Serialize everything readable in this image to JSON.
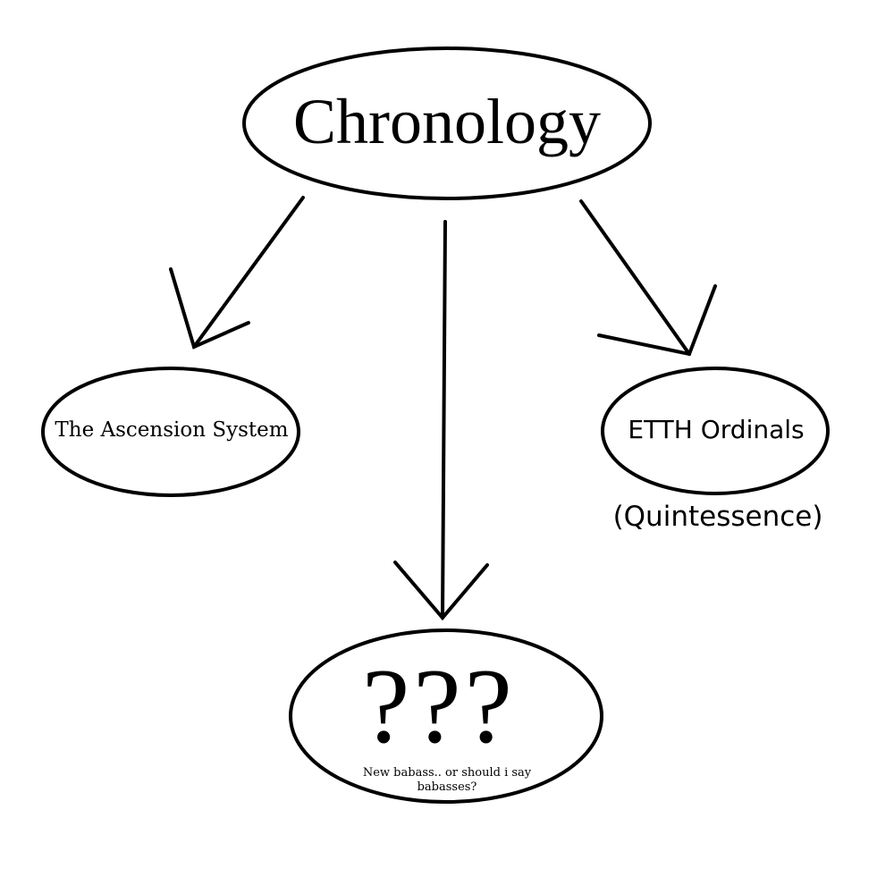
{
  "diagram": {
    "root": {
      "label": "Chronology"
    },
    "children": [
      {
        "id": "left",
        "label": "The Ascension System"
      },
      {
        "id": "right",
        "label": "ETTH Ordinals",
        "sublabel": "(Quintessence)"
      },
      {
        "id": "bottom",
        "label": "???",
        "note": "New babass.. or should i say babasses?"
      }
    ]
  }
}
